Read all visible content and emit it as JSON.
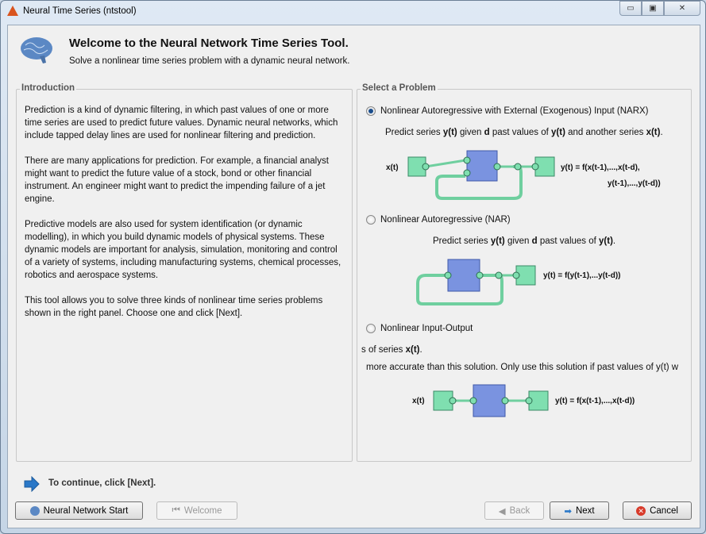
{
  "window": {
    "title": "Neural Time Series (ntstool)",
    "controls": [
      "minimize",
      "maximize",
      "close"
    ]
  },
  "header": {
    "title": "Welcome to the Neural Network Time Series Tool.",
    "subtitle": "Solve a nonlinear time series problem with a dynamic neural network."
  },
  "intro": {
    "legend": "Introduction",
    "paragraphs": [
      "Prediction is a kind of dynamic filtering, in which past values of one or more time series are used to predict future values. Dynamic neural networks, which include tapped delay lines are used for nonlinear filtering and prediction.",
      "There are many applications for prediction. For example, a financial analyst might want to predict the future value of a stock, bond or other financial instrument. An engineer might want to predict the impending failure of a jet engine.",
      "Predictive models are also used for system identification (or dynamic modelling), in which you build dynamic models of physical systems. These dynamic models are important for analysis, simulation, monitoring and control of a variety of systems, including manufacturing systems, chemical processes, robotics and aerospace systems.",
      "This tool allows you to solve three kinds of nonlinear time series problems shown in the right panel. Choose one and click [Next]."
    ]
  },
  "problem": {
    "legend": "Select a Problem",
    "selected": "narx",
    "narx": {
      "label": "Nonlinear Autoregressive with External (Exogenous) Input (NARX)",
      "desc": [
        "Predict series ",
        "y(t)",
        " given ",
        "d",
        " past values of ",
        "y(t)",
        " and another series ",
        "x(t)",
        "."
      ],
      "input": "x(t)",
      "eq1": "y(t) = f(x(t-1),...,x(t-d),",
      "eq2": "y(t-1),...,y(t-d))"
    },
    "nar": {
      "label": "Nonlinear Autoregressive (NAR)",
      "desc": [
        "Predict series ",
        "y(t)",
        " given ",
        "d",
        " past values of ",
        "y(t)",
        "."
      ],
      "eq": "y(t) = f(y(t-1),...y(t-d))"
    },
    "io": {
      "label": "Nonlinear Input-Output",
      "desc1": [
        "s of series ",
        "x(t)",
        "."
      ],
      "desc2": "more accurate than this solution. Only use this solution if past values of y(t) w",
      "input": "x(t)",
      "eq": "y(t) = f(x(t-1),...,x(t-d))"
    }
  },
  "footer": {
    "hint": "To continue, click [Next].",
    "buttons": {
      "start": "Neural Network Start",
      "welcome": "Welcome",
      "back": "Back",
      "next": "Next",
      "cancel": "Cancel"
    }
  },
  "colors": {
    "node": "#7fdfb0",
    "layer": "#7a93e0",
    "accent": "#2a78c8"
  }
}
